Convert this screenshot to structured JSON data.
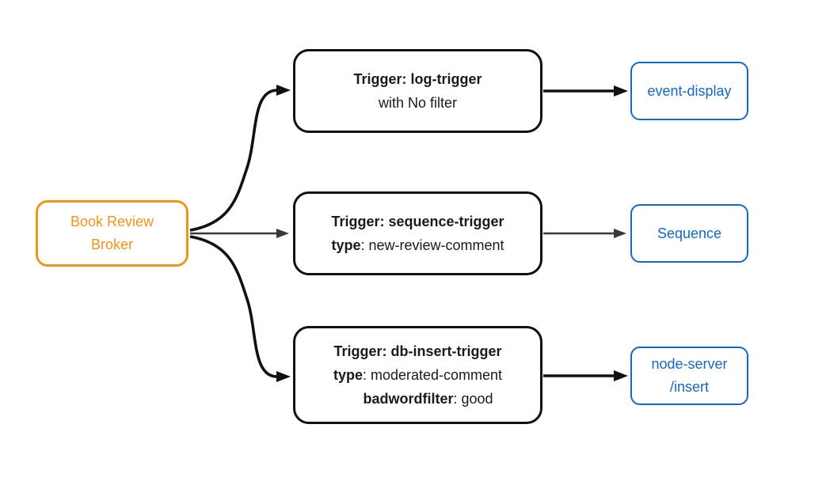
{
  "diagram": {
    "broker": {
      "line1": "Book Review",
      "line2": "Broker"
    },
    "trigger1": {
      "line1": "Trigger: log-trigger",
      "line2": "with No filter"
    },
    "trigger2": {
      "line1": "Trigger: sequence-trigger",
      "line2_key": "type",
      "line2_value": ": new-review-comment"
    },
    "trigger3": {
      "line1": "Trigger: db-insert-trigger",
      "line2_key": "type",
      "line2_value": ": moderated-comment",
      "line3_key": "badwordfilter",
      "line3_value": ": good"
    },
    "sink1": {
      "label": "event-display"
    },
    "sink2": {
      "label": "Sequence"
    },
    "sink3": {
      "line1": "node-server",
      "line2": "/insert"
    },
    "colors": {
      "broker_accent": "#F0941F",
      "sink_accent": "#1666C5",
      "trigger_border": "#111111",
      "edge_black": "#111111",
      "edge_gray": "#383838",
      "background": "#ffffff"
    }
  }
}
